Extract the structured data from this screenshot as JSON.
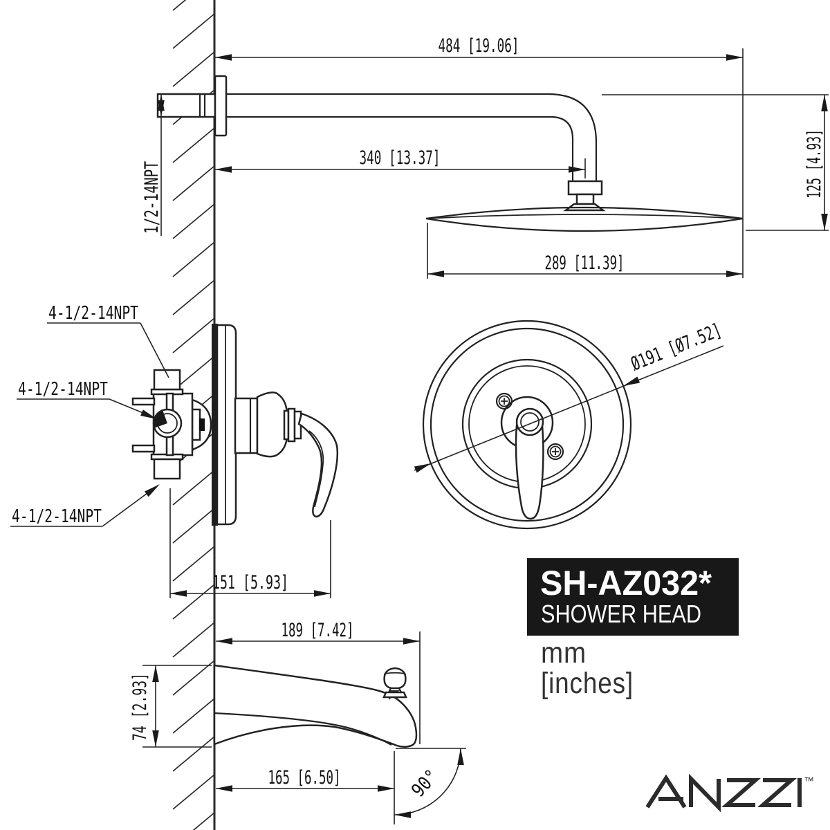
{
  "product": {
    "model": "SH-AZ032*",
    "name": "SHOWER HEAD"
  },
  "units": {
    "primary": "mm",
    "secondary": "[inches]"
  },
  "brand": {
    "name": "ANZZI",
    "trademark": "™"
  },
  "dims": {
    "arm_reach": "484 [19.06]",
    "wall_to_head_center": "340 [13.37]",
    "head_drop": "125 [4.93]",
    "head_diameter": "289 [11.39]",
    "arm_thread": "1/2-14NPT",
    "valve_port_labels": [
      "4-1/2-14NPT",
      "4-1/2-14NPT",
      "4-1/2-14NPT"
    ],
    "valve_depth": "151 [5.93]",
    "trim_plate_diameter": "Ø191 [Ø7.52]",
    "spout_length": "189 [7.42]",
    "spout_height": "74 [2.93]",
    "spout_bottom_length": "165 [6.50]",
    "spout_angle": "90°"
  }
}
